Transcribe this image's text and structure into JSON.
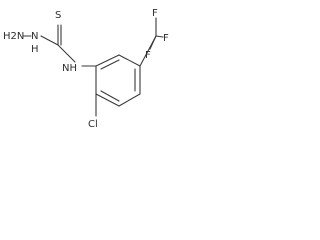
{
  "molecule": {
    "atoms": {
      "h2n": "H2N",
      "nh_top": "N",
      "h_top": "H",
      "s": "S",
      "nh_mid": "NH",
      "cl": "Cl",
      "f_top": "F",
      "f_right": "F",
      "f_bottom": "F"
    }
  }
}
